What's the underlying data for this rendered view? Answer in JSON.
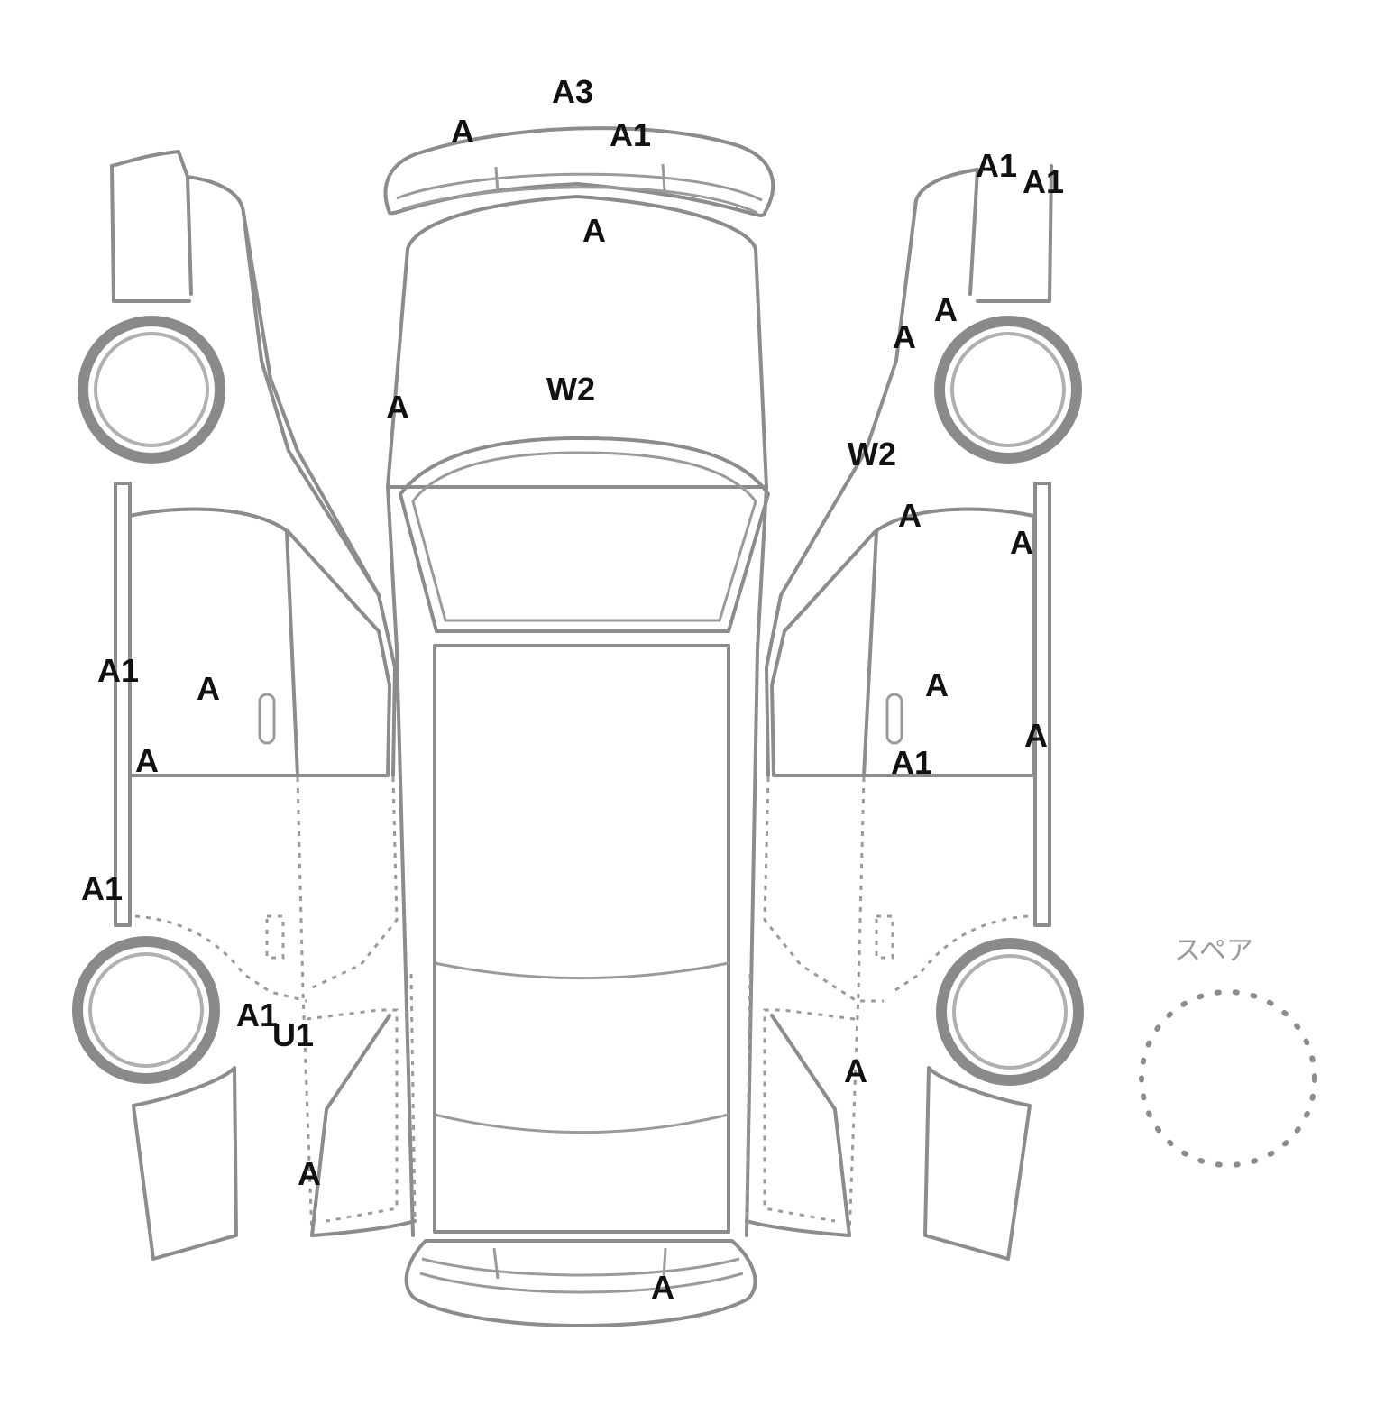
{
  "spare": {
    "label": "スペア"
  },
  "damage_marks": [
    {
      "panel": "front-bumper",
      "code": "A3"
    },
    {
      "panel": "front-bumper",
      "code": "A"
    },
    {
      "panel": "front-bumper",
      "code": "A1"
    },
    {
      "panel": "hood",
      "code": "A"
    },
    {
      "panel": "front-pillar-left",
      "code": "A"
    },
    {
      "panel": "windshield",
      "code": "W2"
    },
    {
      "panel": "right-front-fender",
      "code": "A1"
    },
    {
      "panel": "right-front-fender",
      "code": "A1"
    },
    {
      "panel": "right-front-fender",
      "code": "A"
    },
    {
      "panel": "right-front-fender",
      "code": "A"
    },
    {
      "panel": "right-front-window",
      "code": "W2"
    },
    {
      "panel": "right-front-door",
      "code": "A"
    },
    {
      "panel": "right-rocker",
      "code": "A"
    },
    {
      "panel": "right-front-door",
      "code": "A"
    },
    {
      "panel": "right-rocker",
      "code": "A"
    },
    {
      "panel": "right-front-door",
      "code": "A1"
    },
    {
      "panel": "right-rear-quarter",
      "code": "A"
    },
    {
      "panel": "left-rocker",
      "code": "A1"
    },
    {
      "panel": "left-front-door",
      "code": "A"
    },
    {
      "panel": "left-front-door",
      "code": "A"
    },
    {
      "panel": "left-rocker",
      "code": "A1"
    },
    {
      "panel": "left-rear-wheel-arch",
      "code": "A1"
    },
    {
      "panel": "left-rear-wheel-arch",
      "code": "U1"
    },
    {
      "panel": "left-rear-quarter",
      "code": "A"
    },
    {
      "panel": "rear-bumper",
      "code": "A"
    }
  ]
}
